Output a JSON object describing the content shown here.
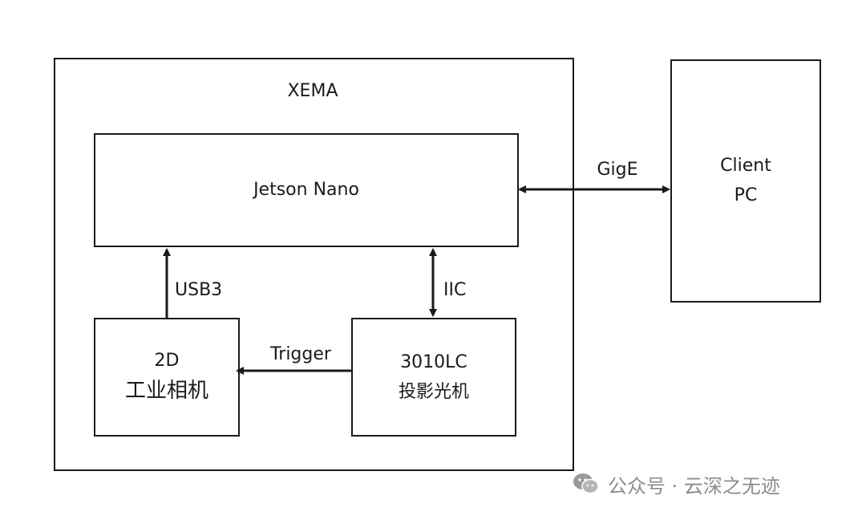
{
  "diagram": {
    "outer_title": "XEMA",
    "jetson": "Jetson Nano",
    "camera": {
      "line1": "2D",
      "line2": "工业相机"
    },
    "projector": {
      "line1": "3010LC",
      "line2": "投影光机"
    },
    "client": {
      "line1": "Client",
      "line2": "PC"
    },
    "connections": {
      "gige": "GigE",
      "usb3": "USB3",
      "iic": "IIC",
      "trigger": "Trigger"
    }
  },
  "watermark": {
    "text": "公众号 · 云深之无迹",
    "icon": "wechat-icon"
  },
  "colors": {
    "line": "#1a1a1a",
    "watermark": "#8c8c8c"
  }
}
